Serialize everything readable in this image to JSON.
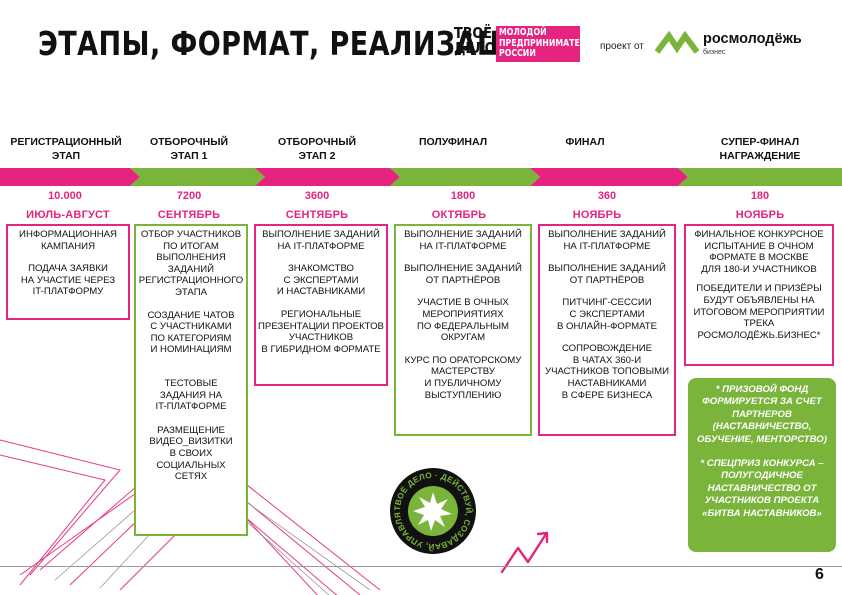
{
  "header": {
    "title": "ЭТАПЫ, ФОРМАТ, РЕАЛИЗАЦИЯ",
    "logo_tvoe": [
      "ТВОЁ",
      "ДЕЛО"
    ],
    "logo_pink": [
      "МОЛОДОЙ",
      "ПРЕДПРИНИМАТЕЛЬ",
      "РОССИИ"
    ],
    "project_of": "проект от",
    "rm_name": "росмолодёжь",
    "rm_sub": "бизнес"
  },
  "colors": {
    "pink": "#e5247f",
    "green": "#7ab43a"
  },
  "stages": [
    {
      "title": "РЕГИСТРАЦИОННЫЙ\nЭТАП",
      "count": "10.000",
      "month": "ИЮЛЬ-АВГУСТ",
      "arrow_color": "pink",
      "box_color": "pink",
      "items": [
        "ИНФОРМАЦИОННАЯ\nКАМПАНИЯ",
        "ПОДАЧА ЗАЯВКИ\nНА УЧАСТИЕ ЧЕРЕЗ\nIT-ПЛАТФОРМУ"
      ]
    },
    {
      "title": "ОТБОРОЧНЫЙ\nЭТАП 1",
      "count": "7200",
      "month": "СЕНТЯБРЬ",
      "arrow_color": "green",
      "box_color": "green",
      "items": [
        "ОТБОР УЧАСТНИКОВ\nПО ИТОГАМ\nВЫПОЛНЕНИЯ\nЗАДАНИЙ\nРЕГИСТРАЦИОННОГО\nЭТАПА",
        "СОЗДАНИЕ ЧАТОВ\nС УЧАСТНИКАМИ\nПО КАТЕГОРИЯМ\nИ НОМИНАЦИЯМ",
        "ТЕСТОВЫЕ\nЗАДАНИЯ НА\nIT-ПЛАТФОРМЕ",
        "РАЗМЕЩЕНИЕ\nВИДЕО_ВИЗИТКИ\nВ СВОИХ\nСОЦИАЛЬНЫХ\nСЕТЯХ"
      ]
    },
    {
      "title": "ОТБОРОЧНЫЙ\nЭТАП 2",
      "count": "3600",
      "month": "СЕНТЯБРЬ",
      "arrow_color": "pink",
      "box_color": "pink",
      "items": [
        "ВЫПОЛНЕНИЕ ЗАДАНИЙ\nНА IT-ПЛАТФОРМЕ",
        "ЗНАКОМСТВО\nС ЭКСПЕРТАМИ\nИ НАСТАВНИКАМИ",
        "РЕГИОНАЛЬНЫЕ\nПРЕЗЕНТАЦИИ ПРОЕКТОВ\nУЧАСТНИКОВ\nВ ГИБРИДНОМ ФОРМАТЕ"
      ]
    },
    {
      "title": "ПОЛУФИНАЛ",
      "count": "1800",
      "month": "ОКТЯБРЬ",
      "arrow_color": "green",
      "box_color": "green",
      "items": [
        "ВЫПОЛНЕНИЕ ЗАДАНИЙ\nНА IT-ПЛАТФОРМЕ",
        "ВЫПОЛНЕНИЕ ЗАДАНИЙ\nОТ ПАРТНЁРОВ",
        "УЧАСТИЕ В ОЧНЫХ\nМЕРОПРИЯТИЯХ\nПО ФЕДЕРАЛЬНЫМ\nОКРУГАМ",
        "КУРС ПО ОРАТОРСКОМУ\nМАСТЕРСТВУ\nИ ПУБЛИЧНОМУ\nВЫСТУПЛЕНИЮ"
      ]
    },
    {
      "title": "ФИНАЛ",
      "count": "360",
      "month": "НОЯБРЬ",
      "arrow_color": "pink",
      "box_color": "pink",
      "items": [
        "ВЫПОЛНЕНИЕ ЗАДАНИЙ\nНА IT-ПЛАТФОРМЕ",
        "ВЫПОЛНЕНИЕ ЗАДАНИЙ\nОТ ПАРТНЁРОВ",
        "ПИТЧИНГ-СЕССИИ\nС ЭКСПЕРТАМИ\nВ ОНЛАЙН-ФОРМАТЕ",
        "СОПРОВОЖДЕНИЕ\nВ ЧАТАХ 360-И\nУЧАСТНИКОВ ТОПОВЫМИ\nНАСТАВНИКАМИ\nВ СФЕРЕ БИЗНЕСА"
      ]
    },
    {
      "title": "СУПЕР-ФИНАЛ\nНАГРАЖДЕНИЕ",
      "count": "180",
      "month": "НОЯБРЬ",
      "arrow_color": "green",
      "box_color": "pink",
      "items": [
        "ФИНАЛЬНОЕ КОНКУРСНОЕ\nИСПЫТАНИЕ  В ОЧНОМ\nФОРМАТЕ В МОСКВЕ\nДЛЯ 180-И УЧАСТНИКОВ",
        "ПОБЕДИТЕЛИ И ПРИЗЁРЫ\nБУДУТ ОБЪЯВЛЕНЫ НА\nИТОГОВОМ МЕРОПРИЯТИИ\nТРЕКА\nРОСМОЛОДЁЖЬ.БИЗНЕС*"
      ]
    }
  ],
  "notes": [
    "* ПРИЗОВОЙ ФОНД\nФОРМИРУЕТСЯ ЗА СЧЕТ\nПАРТНЕРОВ\n(НАСТАВНИЧЕСТВО,\nОБУЧЕНИЕ, МЕНТОРСТВО)",
    "* СПЕЦПРИЗ КОНКУРСА –\nПОЛУГОДИЧНОЕ\nНАСТАВНИЧЕСТВО ОТ\nУЧАСТНИКОВ ПРОЕКТА\n«БИТВА НАСТАВНИКОВ»"
  ],
  "badge": {
    "text": "ТВОЁ ДЕЛО · ДЕЙСТВУЙ, СОЗДАВАЙ, УПРАВЛЯЙ · ТВОЁ ДЕЛО ·"
  },
  "page_number": "6"
}
